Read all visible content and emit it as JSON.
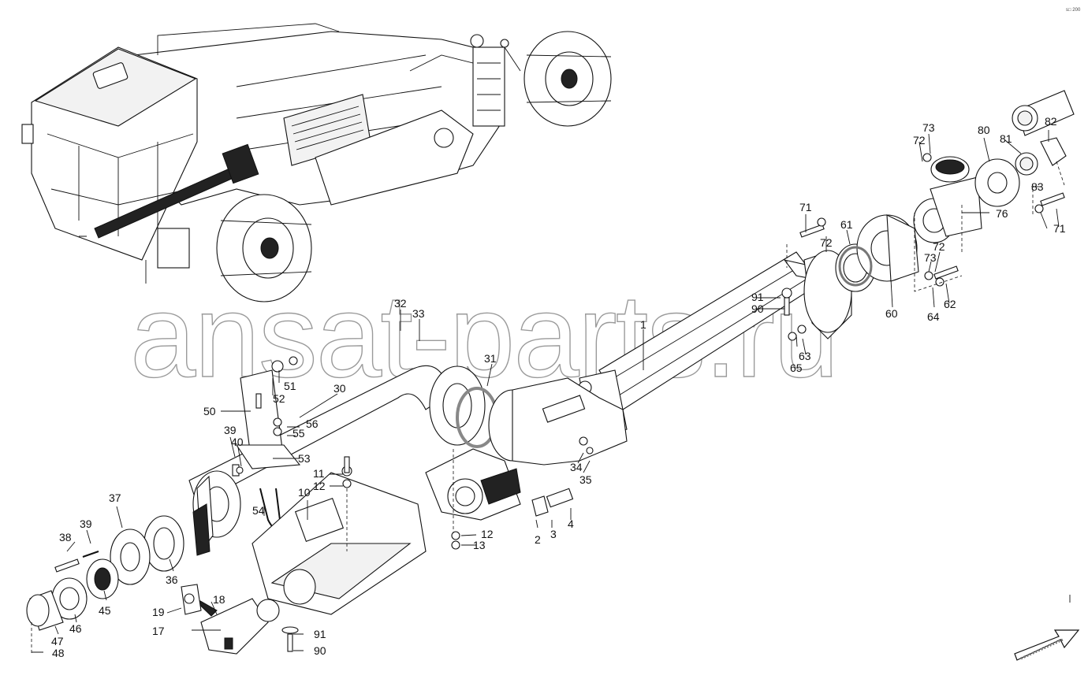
{
  "watermark": "ansat-parts.ru",
  "corner_mark": "s□ 200",
  "callouts": [
    "1",
    "2",
    "3",
    "4",
    "10",
    "11",
    "12",
    "12",
    "13",
    "17",
    "18",
    "19",
    "30",
    "31",
    "32",
    "33",
    "34",
    "35",
    "36",
    "37",
    "38",
    "39",
    "39",
    "40",
    "45",
    "46",
    "47",
    "48",
    "50",
    "51",
    "52",
    "53",
    "54",
    "55",
    "56",
    "60",
    "61",
    "62",
    "63",
    "64",
    "65",
    "71",
    "71",
    "72",
    "72",
    "72",
    "73",
    "73",
    "76",
    "80",
    "81",
    "82",
    "83",
    "90",
    "90",
    "91",
    "91"
  ],
  "icons": {
    "orientation_arrow": "arrow-up-right-icon"
  }
}
